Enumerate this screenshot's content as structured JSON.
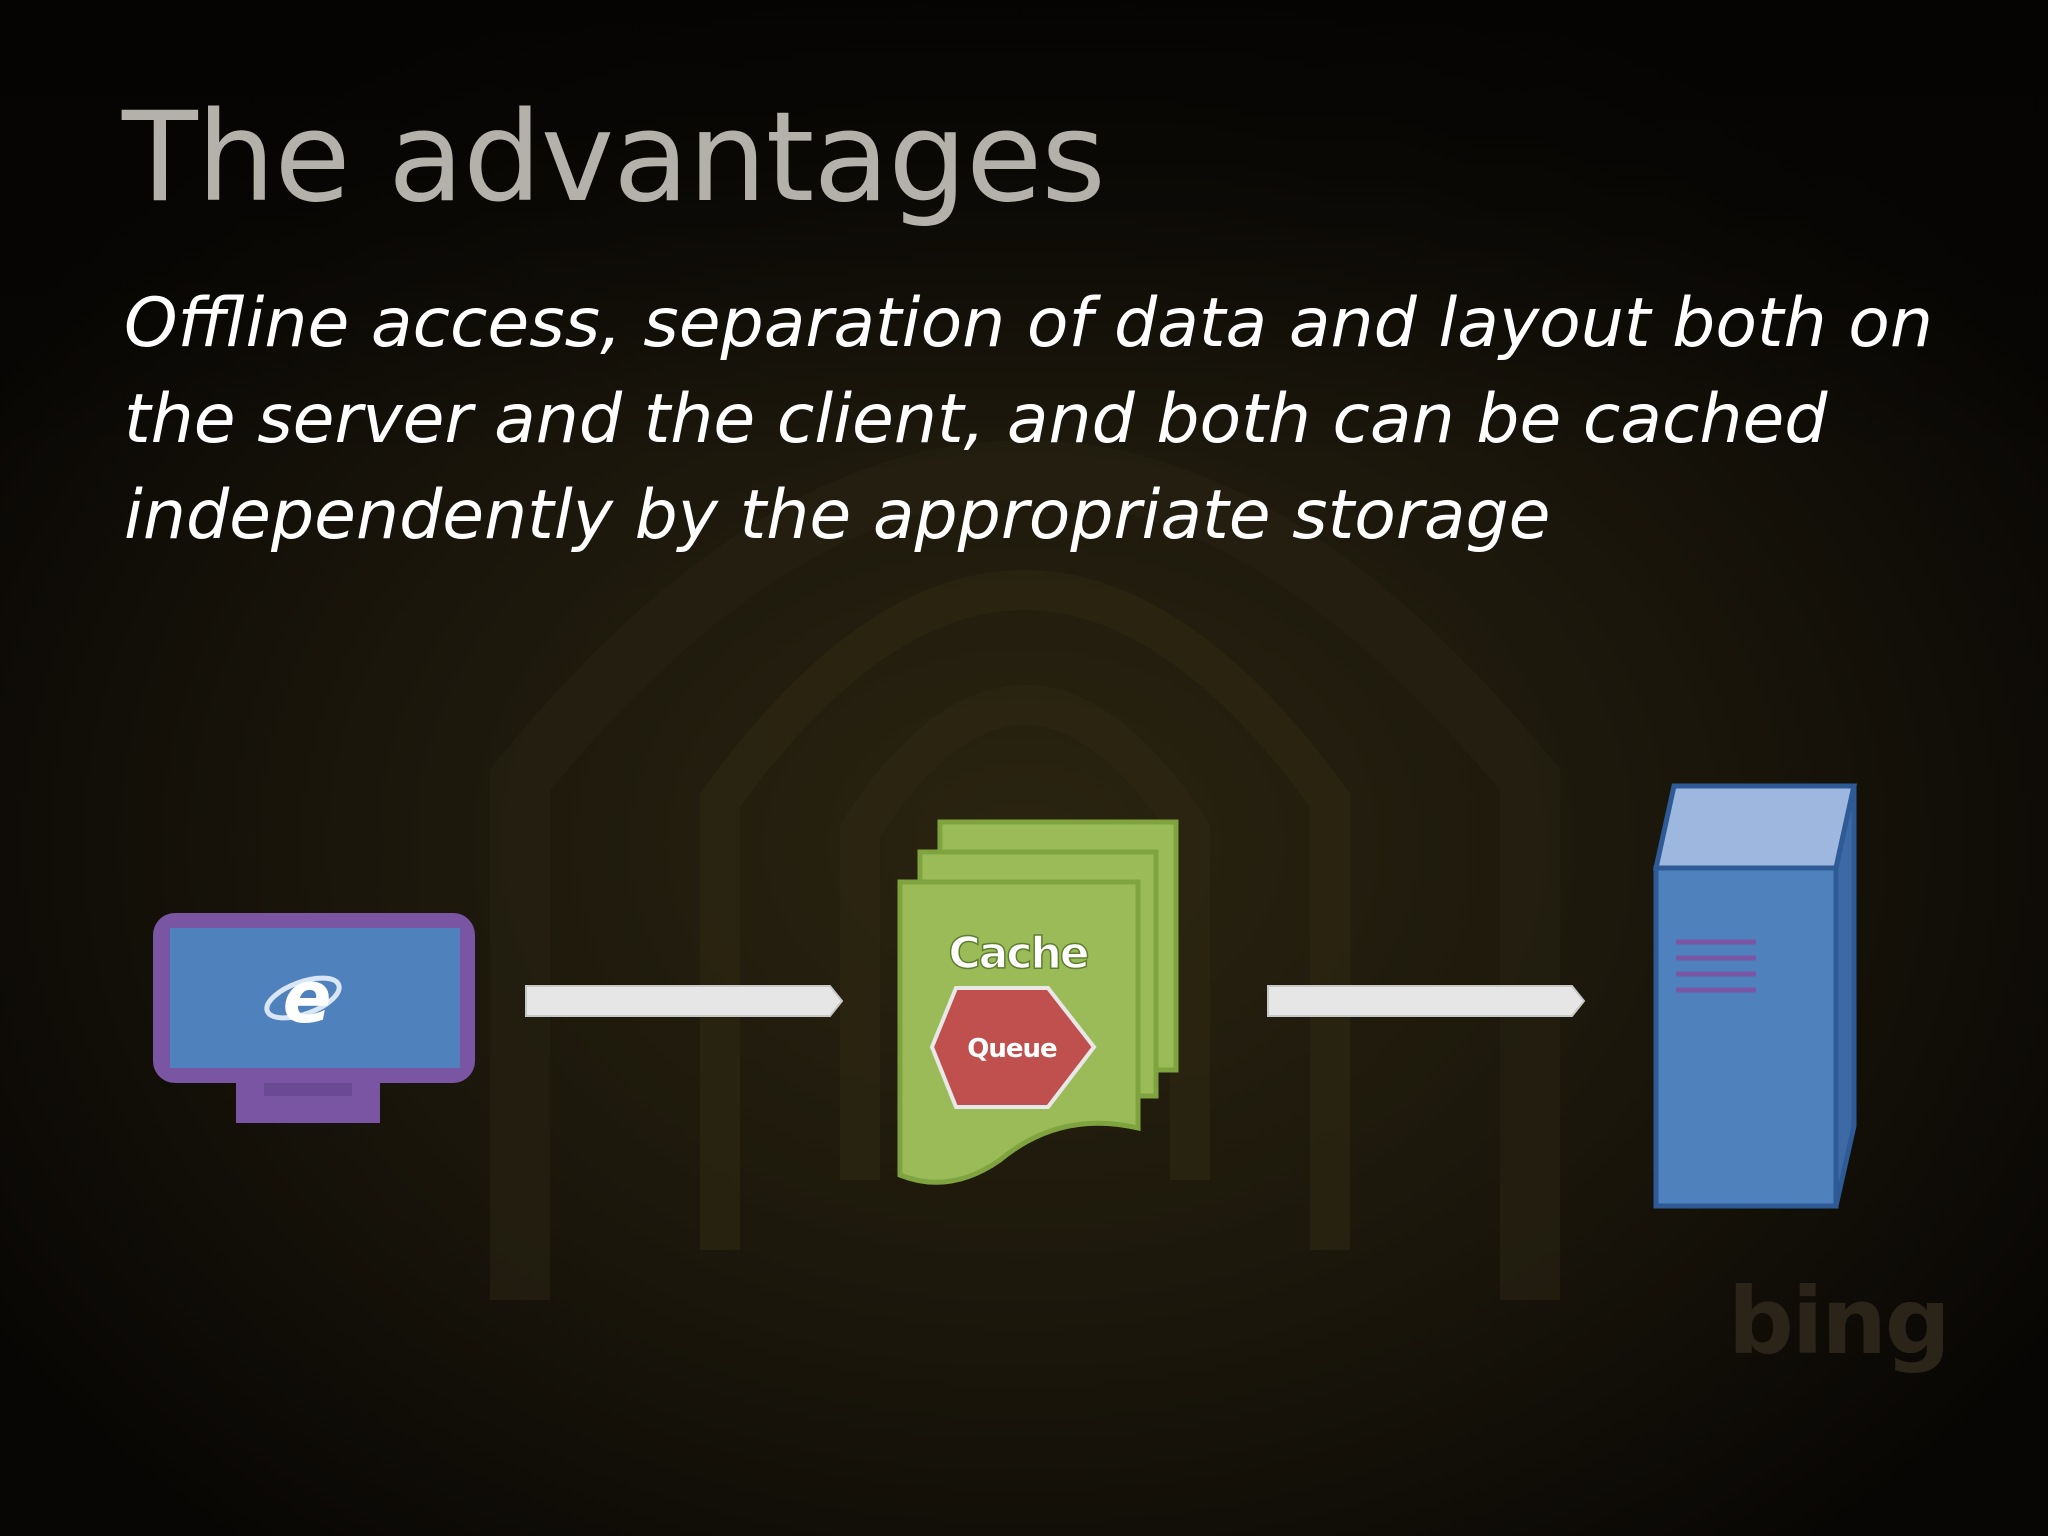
{
  "slide": {
    "title": "The advantages",
    "body_lines": [
      "Offline access, separation of data and layout both on",
      "the server and the client, and both can be cached",
      "independently by the appropriate storage"
    ]
  },
  "diagram": {
    "client": {
      "icon": "ie-browser-icon",
      "logo_letter": "e"
    },
    "cache": {
      "label": "Cache",
      "queue_label": "Queue"
    },
    "server": {
      "icon": "server-tower-icon"
    }
  },
  "watermark": "bing",
  "colors": {
    "monitor_frame": "#7a55a3",
    "monitor_screen": "#4f81bd",
    "cache_green": "#9bbb59",
    "queue_red": "#c0504d",
    "server_blue": "#4f81bd",
    "arrow": "#e6e6e6"
  }
}
